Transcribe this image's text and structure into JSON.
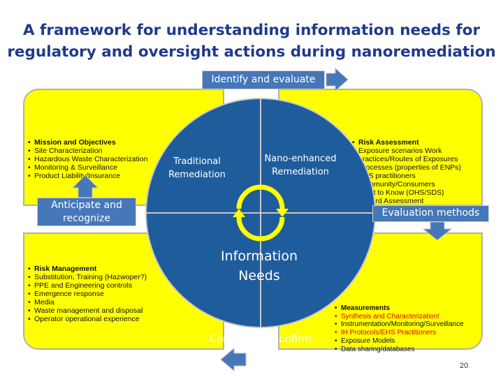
{
  "title": {
    "line1": "A framework for understanding information needs for",
    "line2": "regulatory and oversight actions during nanoremediation"
  },
  "labels": {
    "identify": "Identify and evaluate",
    "anticipate": "Anticipate and recognize",
    "evaluation": "Evaluation methods"
  },
  "circle": {
    "traditional": "Traditional Remediation",
    "nano": "Nano-enhanced Remediation",
    "info": "Information Needs",
    "control": "Control and Confirm"
  },
  "quadrants": {
    "top_left": [
      "Mission and Objectives",
      "Site Characterization",
      "Hazardous Waste Characterization",
      "Monitoring & Surveillance",
      "Product Liability/Insurance"
    ],
    "top_right": [
      "Risk Assessment",
      "Exposure scenarios Work practices/Routes of Exposures",
      "Processes (properties of ENPs)",
      "EHS practitioners",
      "Community/Consumers",
      "Right to Know (OHS/SDS)",
      "Hazard Assessment"
    ],
    "bottom_left": [
      "Risk Management",
      "Substitution; Training (Hazwoper?)",
      "PPE and Engineering controls",
      "Emergence response",
      "Media",
      "Waste management and disposal",
      "Operator operational experience"
    ],
    "bottom_right": [
      "Measurements",
      "Synthesis and Characterization!",
      "Instrumentation/Monitoring/Surveillance",
      "IH Protocols/EHS Practitioners",
      "Exposure Models",
      "Data sharing/databases"
    ]
  },
  "page_number": "20",
  "colors": {
    "title": "#1f3a8a",
    "quadrant_fill": "#ffff00",
    "circle_fill": "#1f5c9c",
    "label_box": "#4677b8",
    "arrow": "#4677b8",
    "cycle_arrow": "#ffff00",
    "emphasis": "#e00000"
  }
}
